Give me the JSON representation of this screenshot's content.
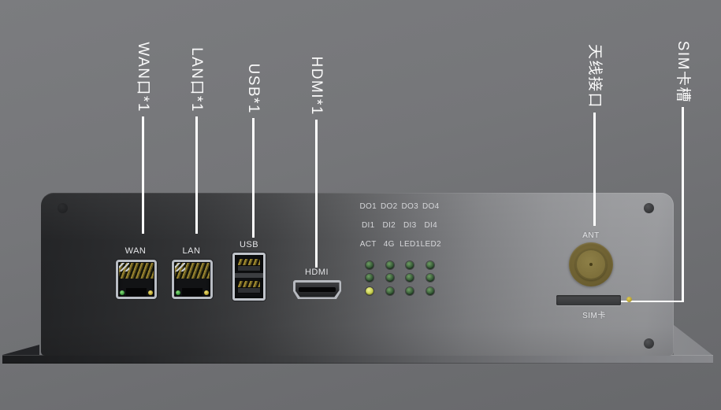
{
  "callouts": [
    {
      "id": "wan",
      "label": "WAN口*1"
    },
    {
      "id": "lan",
      "label": "LAN口*1"
    },
    {
      "id": "usb",
      "label": "USB*1"
    },
    {
      "id": "hdmi",
      "label": "HDMI*1"
    },
    {
      "id": "antenna",
      "label": "天线接口"
    },
    {
      "id": "sim",
      "label": "SIM卡槽"
    }
  ],
  "panel": {
    "wan_label": "WAN",
    "lan_label": "LAN",
    "usb_label": "USB",
    "hdmi_label": "HDMI",
    "ant_label": "ANT",
    "sim_label": "SIM卡",
    "indicator_rows": [
      {
        "cells": [
          "DO1",
          "DO2",
          "DO3",
          "DO4"
        ]
      },
      {
        "cells": [
          "DI1",
          "DI2",
          "DI3",
          "DI4"
        ]
      },
      {
        "cells": [
          "ACT",
          "4G",
          "LED1",
          "LED2"
        ]
      }
    ],
    "led_states": {
      "lit_led": "ACT",
      "lit_color": "#c2ca4a",
      "default_color": "#2e5030"
    }
  },
  "colors": {
    "background": "#747578",
    "callout_line": "#ffffff",
    "body_dark": "#242527",
    "body_light": "#97989b",
    "antenna_gold": "#8d7f47",
    "rj45_pin_gold": "#96822f",
    "led_green": "#2e5030",
    "led_lit_yellow": "#c2ca4a",
    "sim_pinhole_yellow": "#e3cf55"
  }
}
